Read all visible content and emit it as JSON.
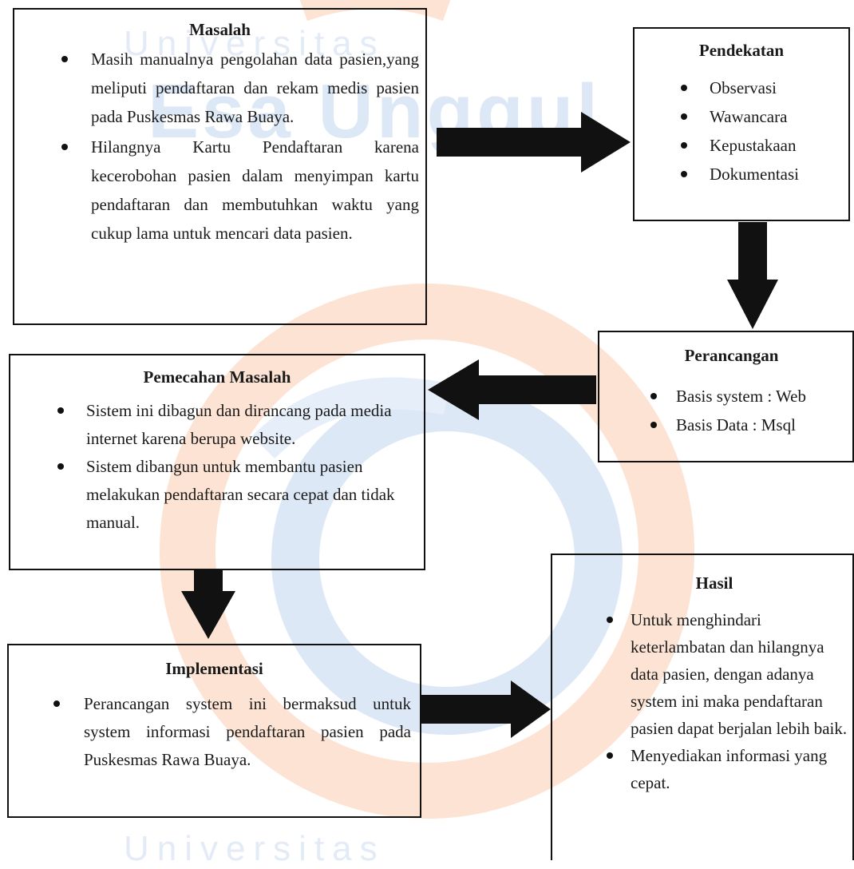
{
  "watermark": {
    "top_text": "Universitas",
    "middle_text": "Esa Unggul",
    "bottom_text": "Universitas",
    "colors": {
      "orange": "#f4b183",
      "blue": "#a9c4e8",
      "blue_text": "#c5d6ee"
    }
  },
  "masalah": {
    "title": "Masalah",
    "items": [
      "Masih manualnya pengolahan data pasien,yang meliputi pendaftaran dan rekam medis pasien pada Puskesmas Rawa Buaya.",
      "Hilangnya Kartu Pendaftaran karena kecerobohan pasien dalam menyimpan kartu pendaftaran dan membutuhkan waktu yang cukup lama untuk mencari data pasien."
    ]
  },
  "pendekatan": {
    "title": "Pendekatan",
    "items": [
      "Observasi",
      "Wawancara",
      "Kepustakaan",
      "Dokumentasi"
    ]
  },
  "perancangan": {
    "title": "Perancangan",
    "items": [
      "Basis system : Web",
      "Basis Data : Msql"
    ]
  },
  "pemecahan": {
    "title": "Pemecahan Masalah",
    "items": [
      "Sistem ini dibagun dan dirancang pada media internet karena berupa website.",
      "Sistem dibangun untuk membantu pasien melakukan pendaftaran secara cepat dan tidak manual."
    ]
  },
  "implementasi": {
    "title": "Implementasi",
    "items": [
      "Perancangan system ini bermaksud untuk system informasi pendaftaran pasien pada Puskesmas Rawa Buaya."
    ]
  },
  "hasil": {
    "title": "Hasil",
    "items": [
      "Untuk menghindari keterlambatan dan hilangnya data pasien, dengan adanya system ini maka pendaftaran pasien dapat berjalan lebih baik.",
      "Menyediakan informasi yang cepat."
    ]
  }
}
